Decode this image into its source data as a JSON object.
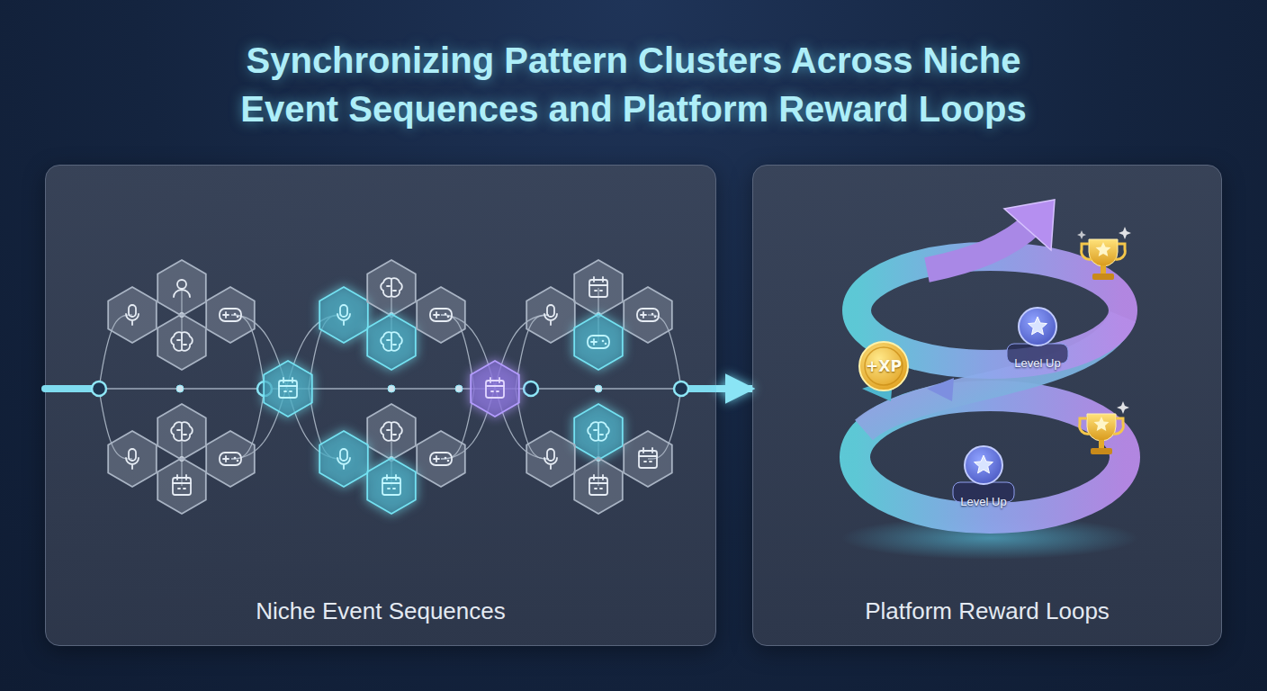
{
  "diagram": {
    "title": "Synchronizing Pattern Clusters Across Niche Event Sequences and Platform Reward Loops",
    "nodes": [
      {
        "text": [
          "Niche Event Sequences"
        ]
      },
      {
        "text": [
          "Platform Reward Loops"
        ]
      },
      {
        "text": [
          "+XP"
        ],
        "in": 1
      },
      {
        "text": [
          "Level Up"
        ],
        "in": 1
      },
      {
        "text": [
          "Level Up"
        ],
        "in": 1
      }
    ],
    "edges": [
      {
        "from": 0,
        "to": 1,
        "arrow": "to"
      }
    ]
  }
}
